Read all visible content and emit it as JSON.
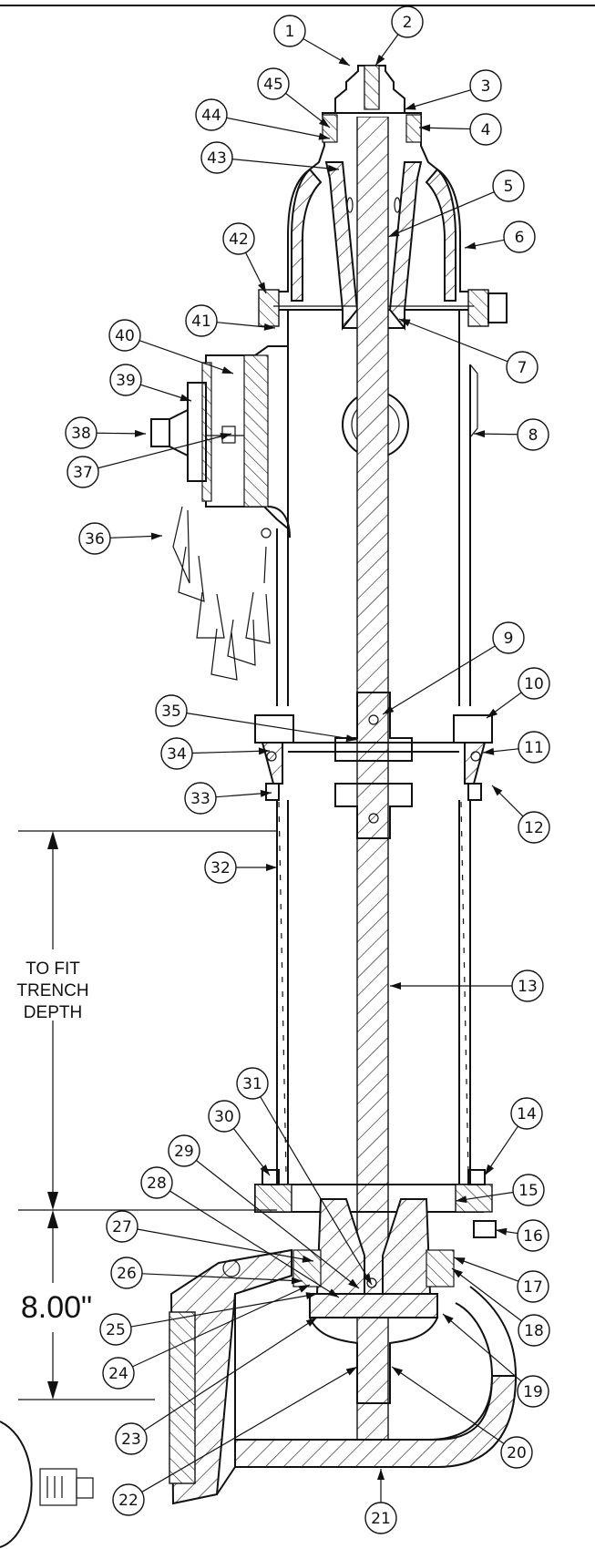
{
  "callouts": [
    "1",
    "2",
    "3",
    "4",
    "5",
    "6",
    "7",
    "8",
    "9",
    "10",
    "11",
    "12",
    "13",
    "14",
    "15",
    "16",
    "17",
    "18",
    "19",
    "20",
    "21",
    "22",
    "23",
    "24",
    "25",
    "26",
    "27",
    "28",
    "29",
    "30",
    "31",
    "32",
    "33",
    "34",
    "35",
    "36",
    "37",
    "38",
    "39",
    "40",
    "41",
    "42",
    "43",
    "44",
    "45"
  ],
  "dimensions": {
    "trench_label_line1": "TO FIT",
    "trench_label_line2": "TRENCH",
    "trench_label_line3": "DEPTH",
    "lower_value": "8.00\""
  }
}
